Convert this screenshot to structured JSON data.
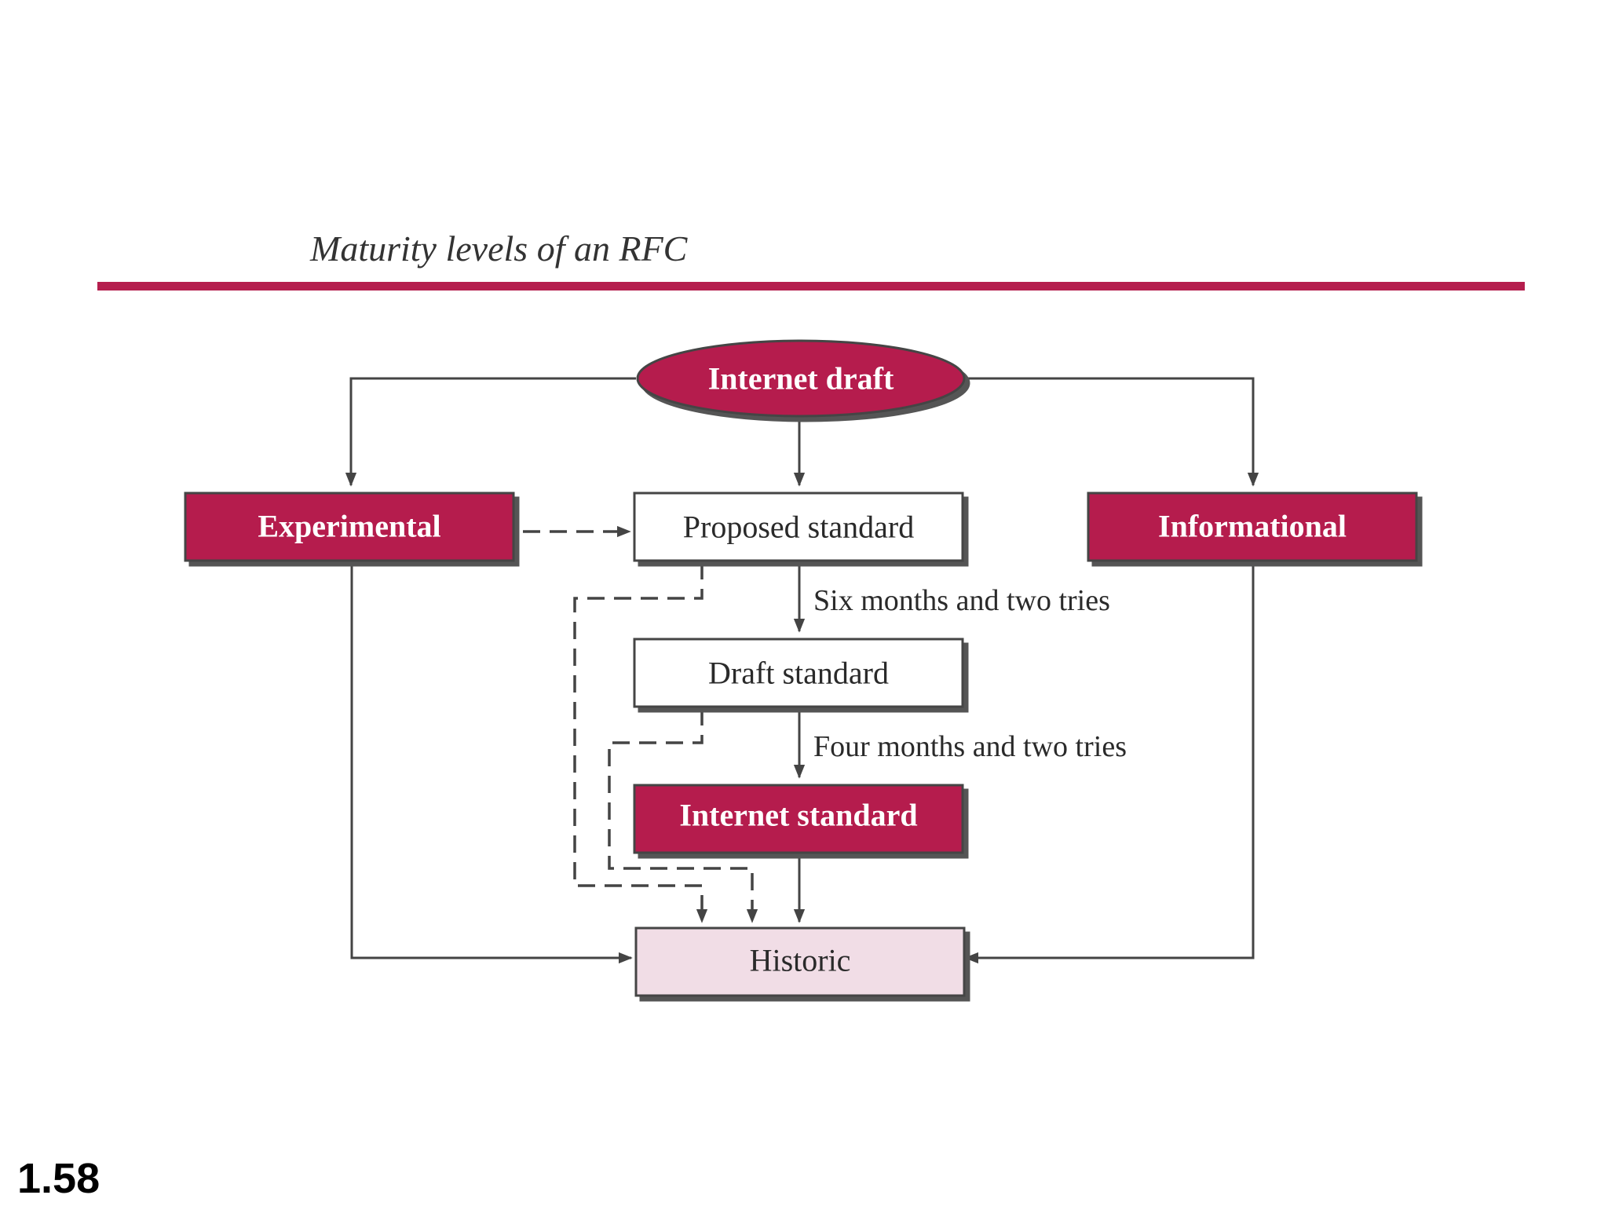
{
  "title": "Maturity levels of an RFC",
  "slide_number": "1.58",
  "colors": {
    "accent": "#b51e4e",
    "historic_fill": "#f1dde6",
    "line": "#444444"
  },
  "nodes": {
    "internet_draft": "Internet draft",
    "experimental": "Experimental",
    "proposed_standard": "Proposed standard",
    "informational": "Informational",
    "draft_standard": "Draft standard",
    "internet_standard": "Internet standard",
    "historic": "Historic"
  },
  "edge_labels": {
    "proposed_to_draft": "Six months and two tries",
    "draft_to_internet": "Four months and two tries"
  }
}
